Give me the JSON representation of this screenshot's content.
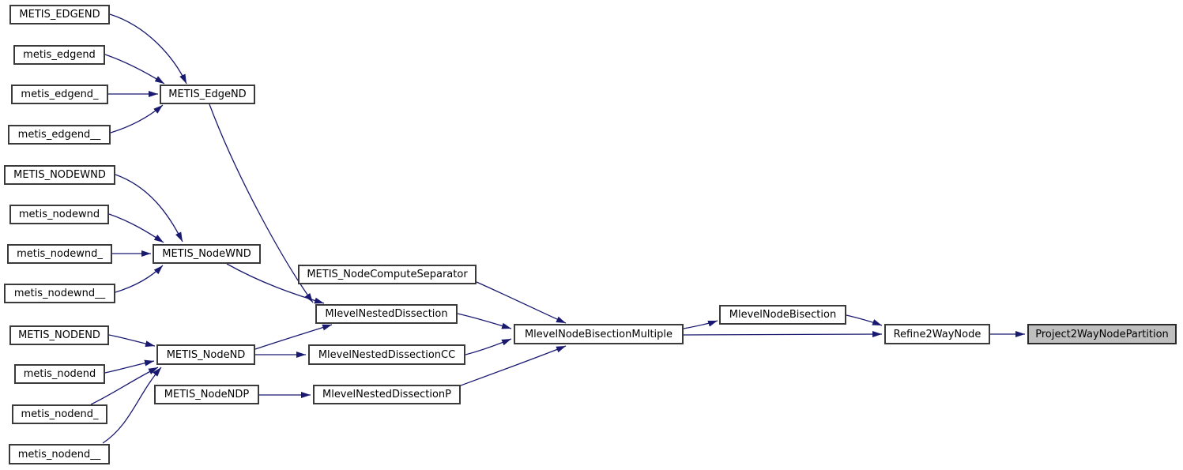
{
  "graph": {
    "nodes": [
      {
        "id": "METIS_EDGEND",
        "label": "METIS_EDGEND"
      },
      {
        "id": "metis_edgend",
        "label": "metis_edgend"
      },
      {
        "id": "metis_edgend_",
        "label": "metis_edgend_"
      },
      {
        "id": "metis_edgend__",
        "label": "metis_edgend__"
      },
      {
        "id": "METIS_NODEWND",
        "label": "METIS_NODEWND"
      },
      {
        "id": "metis_nodewnd",
        "label": "metis_nodewnd"
      },
      {
        "id": "metis_nodewnd_",
        "label": "metis_nodewnd_"
      },
      {
        "id": "metis_nodewnd__",
        "label": "metis_nodewnd__"
      },
      {
        "id": "METIS_NODEND",
        "label": "METIS_NODEND"
      },
      {
        "id": "metis_nodend",
        "label": "metis_nodend"
      },
      {
        "id": "metis_nodend_",
        "label": "metis_nodend_"
      },
      {
        "id": "metis_nodend__",
        "label": "metis_nodend__"
      },
      {
        "id": "METIS_EdgeND",
        "label": "METIS_EdgeND"
      },
      {
        "id": "METIS_NodeWND",
        "label": "METIS_NodeWND"
      },
      {
        "id": "METIS_NodeND",
        "label": "METIS_NodeND"
      },
      {
        "id": "METIS_NodeNDP",
        "label": "METIS_NodeNDP"
      },
      {
        "id": "METIS_NodeComputeSeparator",
        "label": "METIS_NodeComputeSeparator"
      },
      {
        "id": "MlevelNestedDissection",
        "label": "MlevelNestedDissection"
      },
      {
        "id": "MlevelNestedDissectionCC",
        "label": "MlevelNestedDissectionCC"
      },
      {
        "id": "MlevelNestedDissectionP",
        "label": "MlevelNestedDissectionP"
      },
      {
        "id": "MlevelNodeBisectionMultiple",
        "label": "MlevelNodeBisectionMultiple"
      },
      {
        "id": "MlevelNodeBisection",
        "label": "MlevelNodeBisection"
      },
      {
        "id": "Refine2WayNode",
        "label": "Refine2WayNode"
      },
      {
        "id": "Project2WayNodePartition",
        "label": "Project2WayNodePartition",
        "highlighted": true
      }
    ],
    "edges": [
      {
        "from": "METIS_EDGEND",
        "to": "METIS_EdgeND"
      },
      {
        "from": "metis_edgend",
        "to": "METIS_EdgeND"
      },
      {
        "from": "metis_edgend_",
        "to": "METIS_EdgeND"
      },
      {
        "from": "metis_edgend__",
        "to": "METIS_EdgeND"
      },
      {
        "from": "METIS_EdgeND",
        "to": "MlevelNestedDissection"
      },
      {
        "from": "METIS_NODEWND",
        "to": "METIS_NodeWND"
      },
      {
        "from": "metis_nodewnd",
        "to": "METIS_NodeWND"
      },
      {
        "from": "metis_nodewnd_",
        "to": "METIS_NodeWND"
      },
      {
        "from": "metis_nodewnd__",
        "to": "METIS_NodeWND"
      },
      {
        "from": "METIS_NodeWND",
        "to": "MlevelNestedDissection"
      },
      {
        "from": "METIS_NODEND",
        "to": "METIS_NodeND"
      },
      {
        "from": "metis_nodend",
        "to": "METIS_NodeND"
      },
      {
        "from": "metis_nodend_",
        "to": "METIS_NodeND"
      },
      {
        "from": "metis_nodend__",
        "to": "METIS_NodeND"
      },
      {
        "from": "METIS_NodeND",
        "to": "MlevelNestedDissection"
      },
      {
        "from": "METIS_NodeND",
        "to": "MlevelNestedDissectionCC"
      },
      {
        "from": "METIS_NodeNDP",
        "to": "MlevelNestedDissectionP"
      },
      {
        "from": "METIS_NodeComputeSeparator",
        "to": "MlevelNodeBisectionMultiple"
      },
      {
        "from": "MlevelNestedDissection",
        "to": "MlevelNodeBisectionMultiple"
      },
      {
        "from": "MlevelNestedDissectionCC",
        "to": "MlevelNodeBisectionMultiple"
      },
      {
        "from": "MlevelNestedDissectionP",
        "to": "MlevelNodeBisectionMultiple"
      },
      {
        "from": "MlevelNodeBisectionMultiple",
        "to": "MlevelNodeBisection"
      },
      {
        "from": "MlevelNodeBisectionMultiple",
        "to": "Refine2WayNode"
      },
      {
        "from": "MlevelNodeBisection",
        "to": "Refine2WayNode"
      },
      {
        "from": "Refine2WayNode",
        "to": "Project2WayNodePartition"
      }
    ],
    "colors": {
      "edge": "#191970",
      "node_border": "#3a3a3a",
      "node_fill": "#ffffff",
      "highlight_fill": "#bfbfbf",
      "text": "#000000",
      "background": "#ffffff"
    }
  }
}
